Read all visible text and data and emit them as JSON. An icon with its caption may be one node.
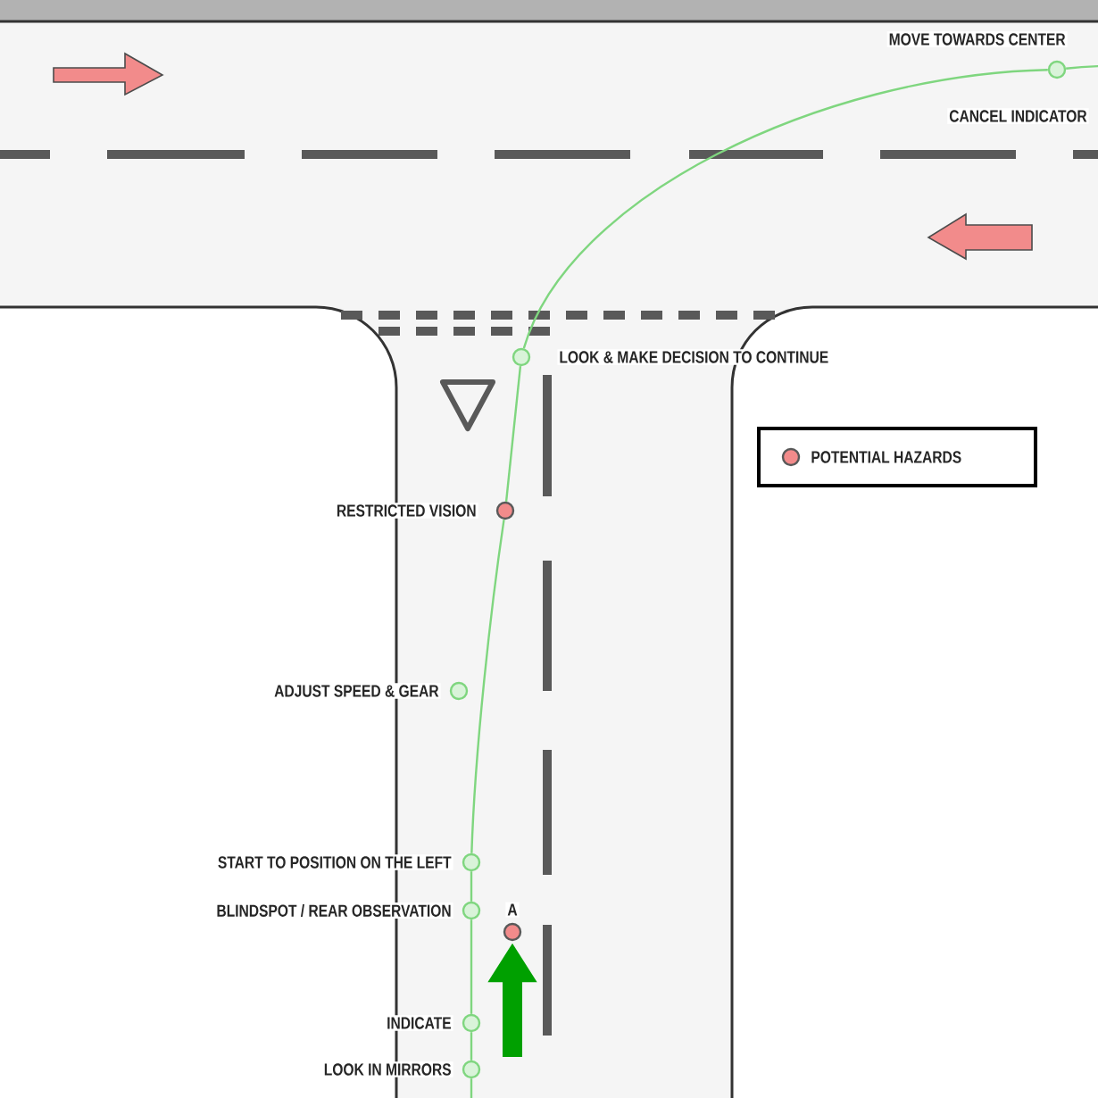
{
  "diagram": {
    "nodes": [
      {
        "text": [],
        "shape": "circle",
        "beside": [
          "MOVE TOWARDS CENTER"
        ]
      },
      {
        "text": [],
        "shape": "circle",
        "beside": [
          "LOOK & MAKE  DECISION TO CONTINUE"
        ]
      },
      {
        "text": [],
        "shape": "circle",
        "beside": [
          "RESTRICTED VISION"
        ]
      },
      {
        "text": [],
        "shape": "circle",
        "beside": [
          "ADJUST SPEED & GEAR"
        ]
      },
      {
        "text": [],
        "shape": "circle",
        "beside": [
          "START TO POSITION ON THE LEFT"
        ]
      },
      {
        "text": [],
        "shape": "circle",
        "beside": [
          "BLINDSPOT / REAR OBSERVATION"
        ]
      },
      {
        "text": [],
        "shape": "circle",
        "beside": [
          "A"
        ]
      },
      {
        "text": [],
        "shape": "circle",
        "beside": [
          "INDICATE"
        ]
      },
      {
        "text": [],
        "shape": "circle",
        "beside": [
          "LOOK IN MIRRORS"
        ]
      }
    ],
    "edges": [
      {
        "from": null,
        "to": 8,
        "arrow": "none"
      },
      {
        "from": 8,
        "to": 7,
        "arrow": "none"
      },
      {
        "from": 7,
        "to": 5,
        "arrow": "none"
      },
      {
        "from": 5,
        "to": 4,
        "arrow": "none"
      },
      {
        "from": 4,
        "to": 2,
        "arrow": "none"
      },
      {
        "from": 2,
        "to": 1,
        "arrow": "none"
      },
      {
        "from": 1,
        "to": 0,
        "arrow": "none"
      },
      {
        "from": 0,
        "to": null,
        "arrow": "none"
      },
      {
        "from": null,
        "to": 6,
        "arrow": "to",
        "style": "thick",
        "color": "#00a000"
      }
    ],
    "labels": [
      "CANCEL INDICATOR"
    ],
    "legend": [
      {
        "text": "POTENTIAL HAZARDS",
        "color": "#f28b8b"
      }
    ]
  }
}
